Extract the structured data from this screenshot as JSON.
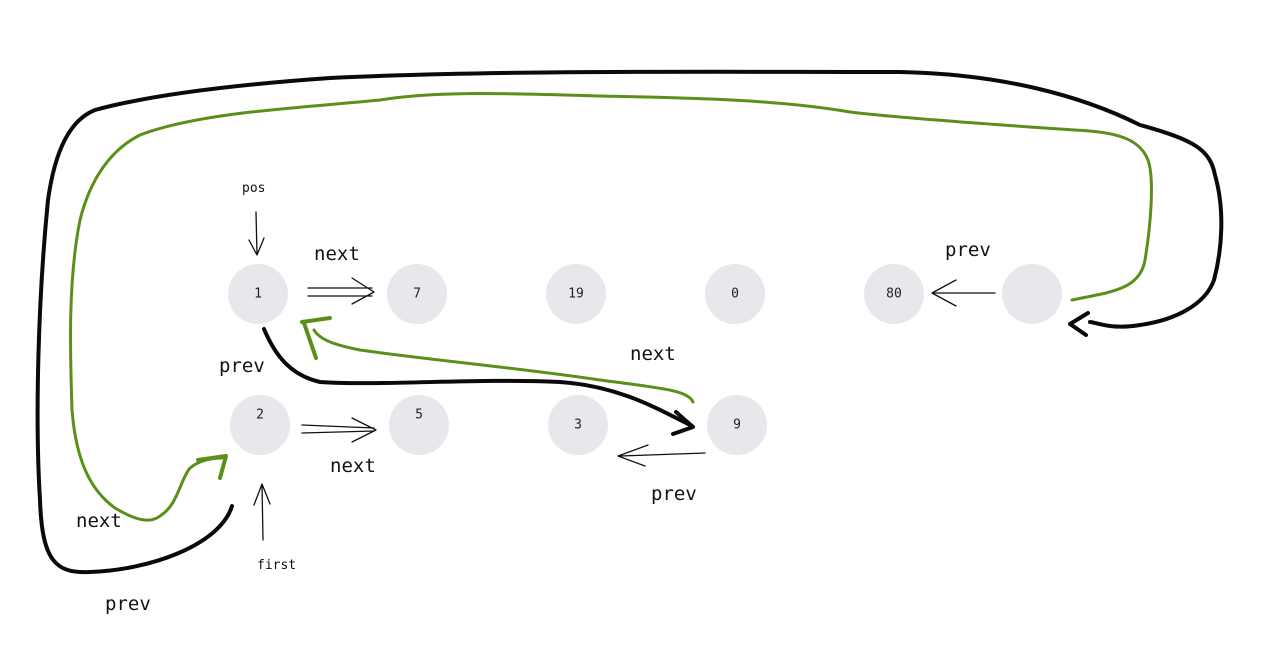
{
  "nodes": {
    "n1": "1",
    "n7": "7",
    "n19": "19",
    "n0": "0",
    "n80": "80",
    "n_last": "",
    "n2": "2",
    "n5": "5",
    "n3": "3",
    "n9": "9"
  },
  "labels": {
    "pos": "pos",
    "first": "first",
    "next_1_7": "next",
    "prev_80_last": "prev",
    "prev_1": "prev",
    "next_9": "next",
    "next_2_5": "next",
    "prev_9_3": "prev",
    "next_left": "next",
    "prev_bottom": "prev"
  },
  "colors": {
    "node_fill": "#e6e8eb",
    "black_link": "#0a0a0a",
    "green_link": "#5a8f1a"
  }
}
